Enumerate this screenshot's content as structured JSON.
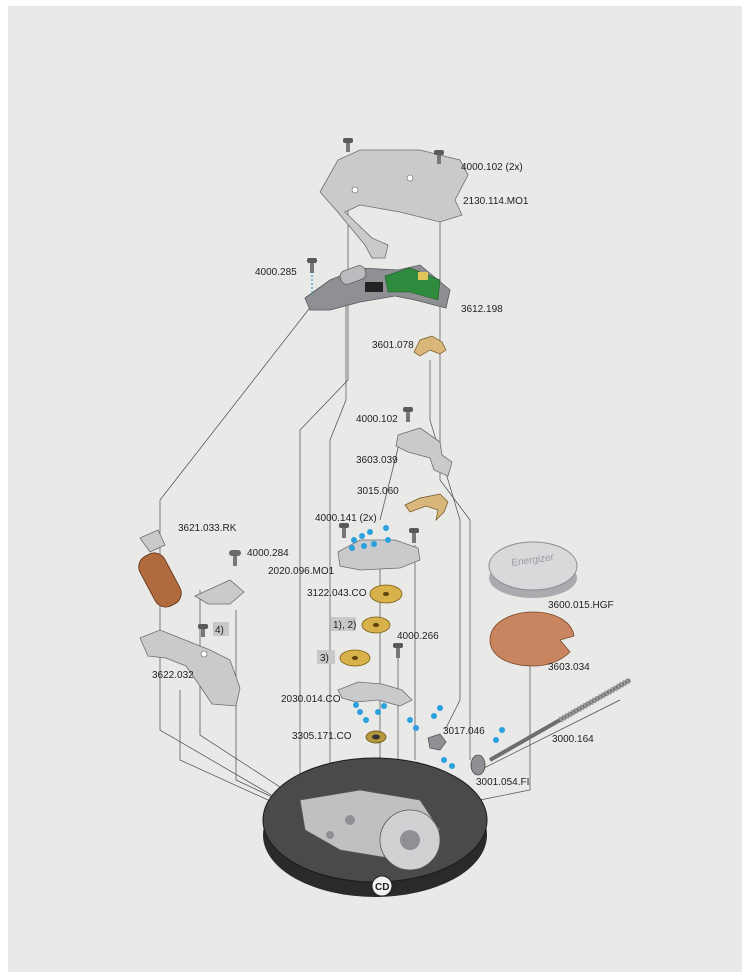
{
  "labels": {
    "l1": "4000.102 (2x)",
    "l2": "2130.114.MO1",
    "l3": "4000.285",
    "l4": "3612.198",
    "l5": "3601.078",
    "l6": "4000.102",
    "l7": "3603.039",
    "l8": "3015.060",
    "l9": "4000.141 (2x)",
    "l10": "3621.033.RK",
    "l11": "4000.284",
    "l12": "2020.096.MO1",
    "l13": "3122.043.CO",
    "l14": "1), 2)",
    "l15": "4000.266",
    "l16": "3)",
    "l17": "4)",
    "l18": "3622.032",
    "l19": "2030.014.CO",
    "l20": "3305.171.CO",
    "l21": "3017.046",
    "l22": "3600.015.HGF",
    "l23": "3603.034",
    "l24": "3000.164",
    "l25": "3001.054.FI",
    "l26": "CD"
  },
  "battery_text": "Energizer",
  "colors": {
    "background": "#e9e9e7",
    "metal": "#c9cacc",
    "gold": "#d7b24a",
    "jewel": "#2aa1de",
    "circuit": "#2e8b3e",
    "copper": "#c9855f"
  }
}
